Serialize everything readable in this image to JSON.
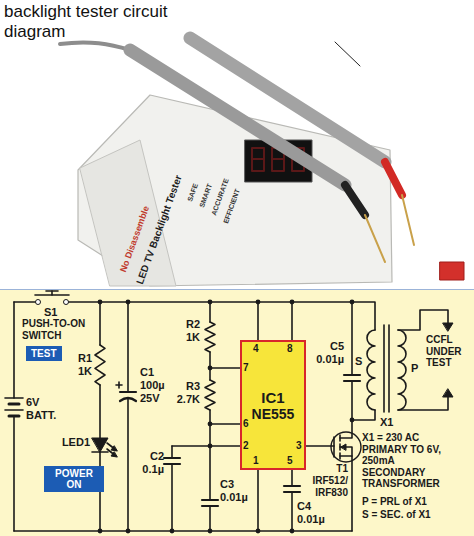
{
  "diagram": {
    "title": "backlight tester circuit diagram",
    "nodes": [
      {
        "text": [
          "IC1",
          "NE555"
        ]
      },
      {
        "text": [
          "TEST"
        ]
      },
      {
        "text": [
          "POWER ON"
        ]
      }
    ],
    "labels": [
      "No Disassemble",
      "LED TV Backlight Tester",
      "SAFE",
      "SMART",
      "ACCURATE",
      "EFFICIENT",
      "S1",
      "PUSH-TO-ON SWITCH",
      "R1",
      "1K",
      "C1",
      "100µ",
      "25V",
      "6V",
      "BATT.",
      "C2",
      "0.1µ",
      "LED1",
      "R2",
      "1K",
      "R3",
      "2.7K",
      "C3",
      "0.01µ",
      "4",
      "8",
      "7",
      "6",
      "2",
      "1",
      "3",
      "5",
      "C4",
      "0.01µ",
      "C5",
      "0.01µ",
      "S",
      "P",
      "X1",
      "CCFL UNDER TEST",
      "T1",
      "IRF512/ IRF830",
      "X1 = 230 AC PRIMARY TO 6V, 250mA SECONDARY TRANSFORMER",
      "P = PRL of X1",
      "S = SEC. of X1"
    ]
  }
}
